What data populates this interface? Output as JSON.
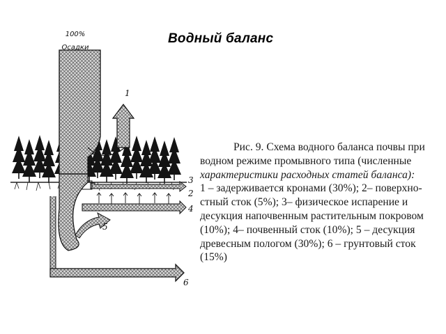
{
  "title": "Водный баланс",
  "diagram": {
    "precip_percent": "100%",
    "precip_label": "Осадки",
    "labels": [
      "1",
      "2",
      "3",
      "4",
      "5",
      "6"
    ]
  },
  "caption": {
    "lines": [
      "Рис. 9. Схема водного баланса почвы при",
      "водном режиме промывного типа (численные",
      "характеристики расходных статей баланса):",
      "1 – задерживается кронами (30%); 2– поверхно-",
      "стный сток (5%); 3– физическое испарение и",
      "десукция напочвенным растительным покровом",
      "(10%); 4– почвенный сток (10%); 5 – десукция",
      "древесным пологом (30%); 6 – грунтовый сток",
      "(15%)"
    ]
  }
}
